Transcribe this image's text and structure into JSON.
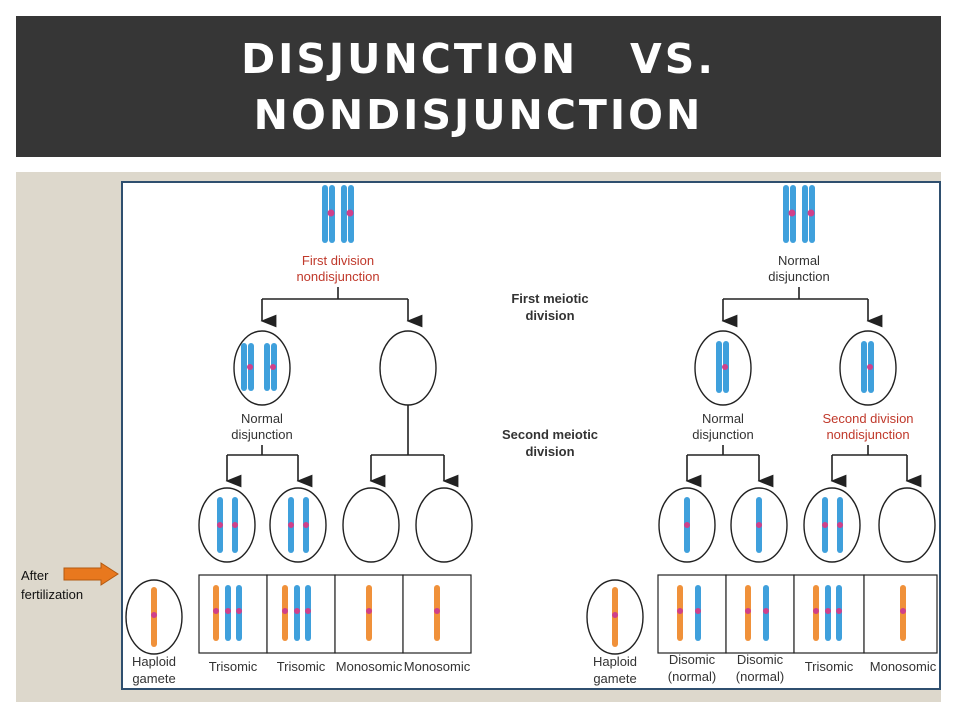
{
  "slide": {
    "title_line1": "DISJUNCTION   VS.",
    "title_line2": "NONDISJUNCTION",
    "side_label_line1": "After",
    "side_label_line2": "fertilization"
  },
  "colors": {
    "title_bar": "#363636",
    "background_panel": "#ddd8cc",
    "chromosome_blue": "#3fa0dc",
    "chromosome_orange": "#f0913a",
    "centromere_pink": "#d0408a",
    "highlight_red": "#c0392b",
    "arrow_orange": "#e8781e"
  },
  "diagram": {
    "left": {
      "top_label_line1": "First division",
      "top_label_line2": "nondisjunction",
      "mid_label_line1": "Normal",
      "mid_label_line2": "disjunction",
      "gamete_line1": "Haploid",
      "gamete_line2": "gamete",
      "results": [
        "Trisomic",
        "Trisomic",
        "Monosomic",
        "Monosomic"
      ]
    },
    "center": {
      "stage1_line1": "First meiotic",
      "stage1_line2": "division",
      "stage2_line1": "Second meiotic",
      "stage2_line2": "division"
    },
    "right": {
      "top_label_line1": "Normal",
      "top_label_line2": "disjunction",
      "mid_left_line1": "Normal",
      "mid_left_line2": "disjunction",
      "mid_right_line1": "Second division",
      "mid_right_line2": "nondisjunction",
      "gamete_line1": "Haploid",
      "gamete_line2": "gamete",
      "results": [
        {
          "line1": "Disomic",
          "line2": "(normal)"
        },
        {
          "line1": "Disomic",
          "line2": "(normal)"
        },
        {
          "line1": "Trisomic",
          "line2": ""
        },
        {
          "line1": "Monosomic",
          "line2": ""
        }
      ]
    }
  }
}
